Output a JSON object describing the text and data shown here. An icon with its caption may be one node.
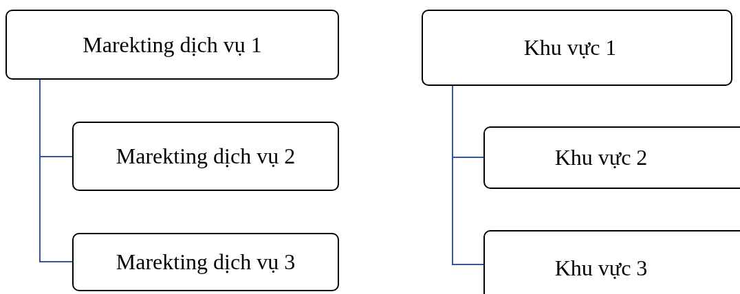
{
  "diagram": {
    "nodes": [
      {
        "text": [
          "Marekting dịch vụ 1"
        ]
      },
      {
        "text": [
          "Marekting dịch vụ 2"
        ]
      },
      {
        "text": [
          "Marekting dịch vụ 3"
        ]
      },
      {
        "text": [
          "Khu vực 1"
        ]
      },
      {
        "text": [
          "Khu vực 2"
        ]
      },
      {
        "text": [
          "Khu vực 3"
        ]
      }
    ],
    "edges": [
      {
        "from": 0,
        "to": 1,
        "arrow": "none"
      },
      {
        "from": 0,
        "to": 2,
        "arrow": "none"
      },
      {
        "from": 3,
        "to": 4,
        "arrow": "none"
      },
      {
        "from": 3,
        "to": 5,
        "arrow": "none"
      }
    ]
  }
}
